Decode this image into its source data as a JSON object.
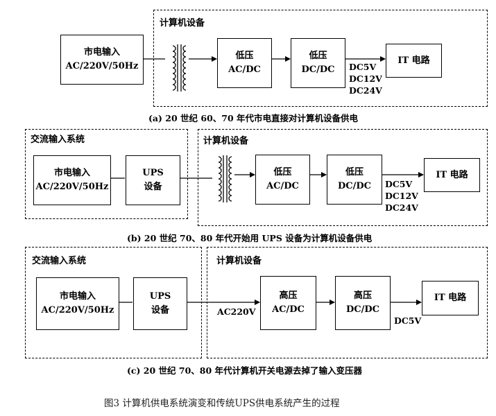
{
  "panel_a": {
    "group_computer": "计算机设备",
    "mains": [
      "市电输入",
      "AC/220V/50Hz"
    ],
    "lv_acdc": [
      "低压",
      "AC/DC"
    ],
    "lv_dcdc": [
      "低压",
      "DC/DC"
    ],
    "outputs": [
      "DC5V",
      "DC12V",
      "DC24V"
    ],
    "it": "IT 电路",
    "caption": "(a) 20 世纪 60、70 年代市电直接对计算机设备供电"
  },
  "panel_b": {
    "group_ac": "交流输入系统",
    "group_computer": "计算机设备",
    "mains": [
      "市电输入",
      "AC/220V/50Hz"
    ],
    "ups": [
      "UPS",
      "设备"
    ],
    "lv_acdc": [
      "低压",
      "AC/DC"
    ],
    "lv_dcdc": [
      "低压",
      "DC/DC"
    ],
    "outputs": [
      "DC5V",
      "DC12V",
      "DC24V"
    ],
    "it": "IT 电路",
    "caption": "(b) 20 世纪 70、80 年代开始用 UPS 设备为计算机设备供电"
  },
  "panel_c": {
    "group_ac": "交流输入系统",
    "group_computer": "计算机设备",
    "mains": [
      "市电输入",
      "AC/220V/50Hz"
    ],
    "ups": [
      "UPS",
      "设备"
    ],
    "ac_label": "AC220V",
    "hv_acdc": [
      "高压",
      "AC/DC"
    ],
    "hv_dcdc": [
      "高压",
      "DC/DC"
    ],
    "output": "DC5V",
    "it": "IT 电路",
    "caption": "(c) 20 世纪 70、80 年代计算机开关电源去掉了输入变压器"
  },
  "figure_caption": "图3   计算机供电系统演变和传统UPS供电系统产生的过程"
}
